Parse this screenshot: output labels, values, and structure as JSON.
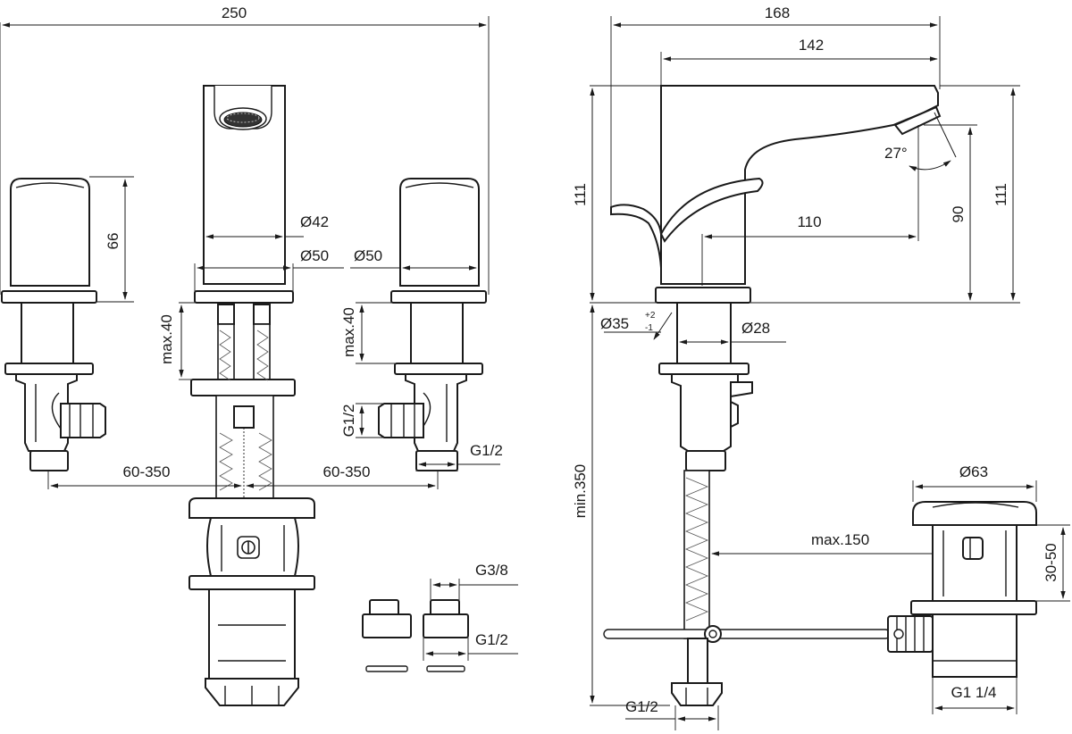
{
  "dimensions": {
    "overall_width_left": "250",
    "handle_height": "66",
    "spout_diameter": "Ø42",
    "spout_base_diameter": "Ø50",
    "handle_base_diameter": "Ø50",
    "max_40_left": "max.40",
    "max_40_right": "max.40",
    "g12_vertical": "G1/2",
    "g12_right_valve": "G1/2",
    "spacing_left": "60-350",
    "spacing_right": "60-350",
    "g38": "G3/8",
    "g12_adapter": "G1/2",
    "side_total": "168",
    "side_reach": "142",
    "side_height_left": "111",
    "side_height_right": "111",
    "side_spout_height": "90",
    "side_110": "110",
    "angle": "27°",
    "hole_diameter": "Ø35",
    "hole_tol_plus": "+2",
    "hole_tol_minus": "-1",
    "shank_diameter": "Ø28",
    "min_350": "min.350",
    "max_150": "max.150",
    "waste_diameter": "Ø63",
    "waste_range": "30-50",
    "waste_thread": "G1 1/4",
    "tail_thread": "G1/2"
  },
  "icons": {
    "flow_symbol": "water-drop-indicator-icon"
  }
}
